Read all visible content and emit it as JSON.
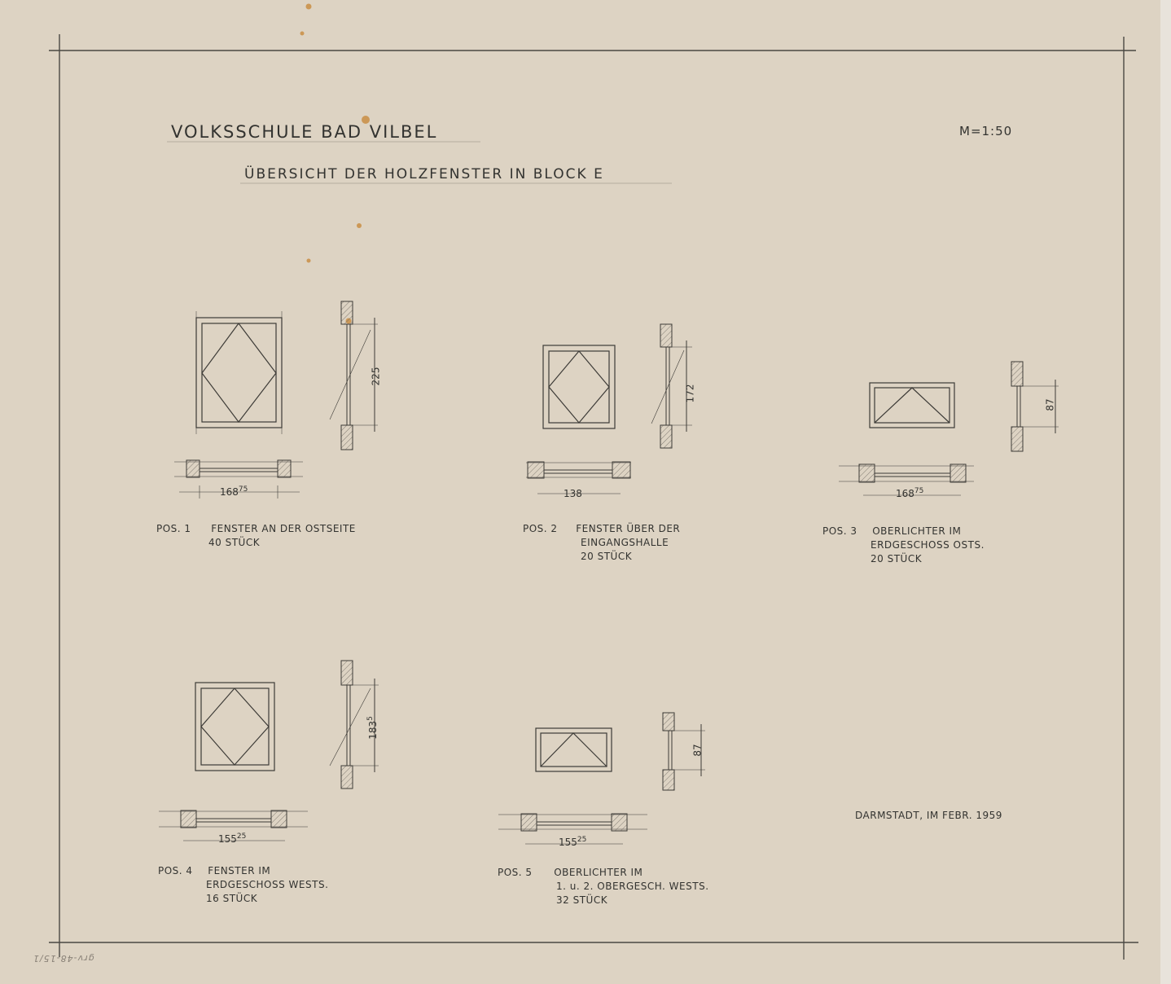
{
  "title": "VOLKSSCHULE BAD VILBEL",
  "subtitle": "ÜBERSICHT DER HOLZFENSTER IN BLOCK E",
  "scale": "M=1:50",
  "location_date": "DARMSTADT, IM FEBR. 1959",
  "archive_number": "grv-48-15/1",
  "windows": [
    {
      "pos": "POS. 1",
      "line1": "FENSTER AN DER OSTSEITE",
      "line2": "40 STÜCK",
      "line3": "",
      "width_main": "168",
      "width_sup": "75",
      "height": "225"
    },
    {
      "pos": "POS. 2",
      "line1": "FENSTER ÜBER DER",
      "line2": "EINGANGSHALLE",
      "line3": "20 STÜCK",
      "width_main": "138",
      "width_sup": "",
      "height": "172"
    },
    {
      "pos": "POS. 3",
      "line1": "OBERLICHTER IM",
      "line2": "ERDGESCHOSS OSTS.",
      "line3": "20 STÜCK",
      "width_main": "168",
      "width_sup": "75",
      "height": "87"
    },
    {
      "pos": "POS. 4",
      "line1": "FENSTER IM",
      "line2": "ERDGESCHOSS WESTS.",
      "line3": "16 STÜCK",
      "width_main": "155",
      "width_sup": "25",
      "height": "183",
      "height_sup": "5"
    },
    {
      "pos": "POS. 5",
      "line1": "OBERLICHTER IM",
      "line2": "1. u. 2. OBERGESCH. WESTS.",
      "line3": "32 STÜCK",
      "width_main": "155",
      "width_sup": "25",
      "height": "87"
    }
  ]
}
